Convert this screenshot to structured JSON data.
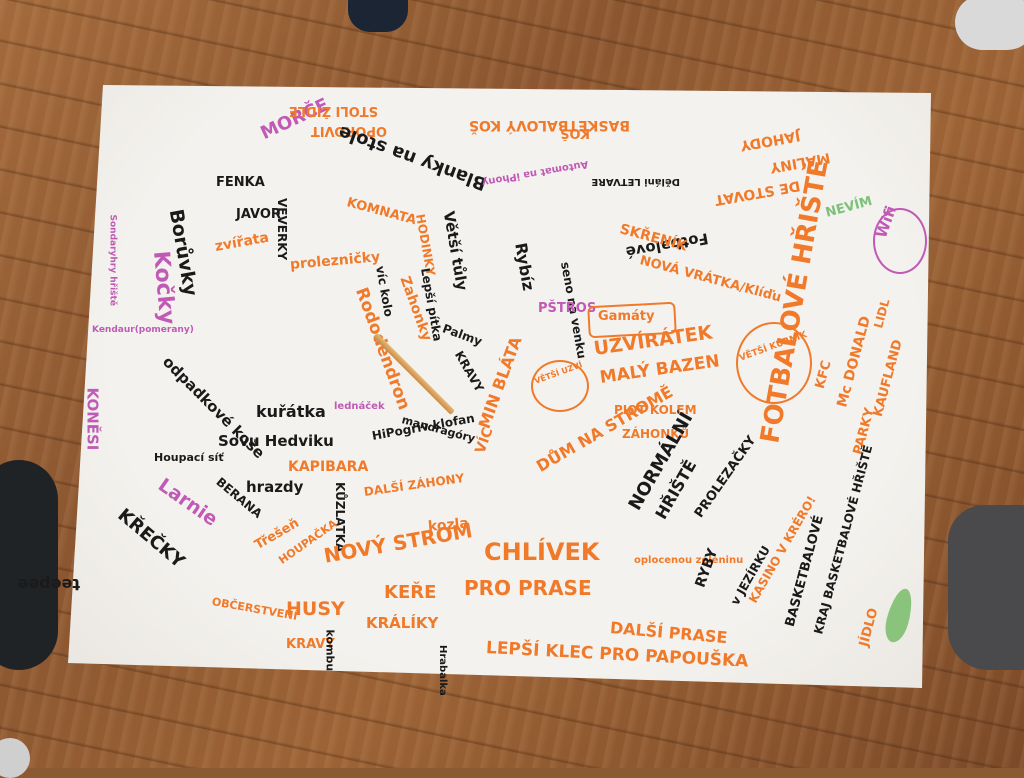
{
  "scene": {
    "floor_color": "#8b5630",
    "paper_color": "#f4f2ee",
    "ink_colors": {
      "black": "#1a1a1a",
      "orange": "#f07a2a",
      "pink": "#c05ab6",
      "green": "#7cc07a"
    }
  },
  "words": {
    "boravky": "Borůvky",
    "kocky": "Kočky",
    "fenka": "FENKA",
    "javor": "JAVOR",
    "veverky": "VEVERKY",
    "morce": "MORČE",
    "komnata": "KOMNATA",
    "oporovit": "OPOROVIT",
    "stoli_zidle": "STOLI ŽIDLE",
    "hodinky": "HODINKY",
    "vic_kolo": "víc kolo",
    "lepsi_pitka": "Lepší pítka",
    "vetsi_tuly": "Větší tůly",
    "blanky_na_stole": "Blanky na stole",
    "rybiz": "Rybíz",
    "seno_na_venku": "seno na venku",
    "fotbalove": "Fotbalové",
    "skrenik": "SKŘENÍK",
    "nova_vratka": "NOVÁ VRÁTKA/Klíďu",
    "kos": "KOŠ",
    "basketbalovy_kos": "BASKETBALOVÝ KOŠ",
    "jahody": "JAHODY",
    "maliny": "MALINY",
    "de_stovat": "DE STOVAT",
    "ne_vim": "NEVÍM",
    "wifi": "Wifi",
    "automat": "Automat na iPhony",
    "deli_letvare": "Děláni LETVARE",
    "zvirata": "zvířata",
    "proleznicky": "prolezničky",
    "rododendron": "Rododendron",
    "zahonky": "Zahonky",
    "palmy": "Palmy",
    "kravy": "KRAVY",
    "pstros": "PŠTROS",
    "gamata": "Gamáty",
    "uzviratek": "UZVÍRÁTEK",
    "maly_bazen": "MALÝ BAZEN",
    "vetsi_uzvi": "VĚTŠÍ UZVÍ",
    "vetsi_kurnik": "VĚTŠÍ KURNÍK",
    "piot_kolem": "PIOT KOLEM",
    "zahonku": "ZÁHONKŮ",
    "minblata": "MIN BLÁTA",
    "vic": "VÍC",
    "normalni": "NORMÁLNÍ",
    "hriste": "HŘIŠTĚ",
    "prolezacky": "PROLEZAČKY",
    "fotbalove_hriste": "FOTBALOVÉ HŘIŠTĚ",
    "mcdonald": "Mc DONALD",
    "kfc": "KFC",
    "lidl": "LIDL",
    "kaufland": "KAUFLAND",
    "parky": "PARKY",
    "kendaur": "Kendaur(pomerany)",
    "sondary": "Sondaryhry hřiště",
    "kenes": "KONĚSI",
    "odpadkove_kose": "odpadkové koše",
    "kuratka": "kuřátka",
    "sovu_hedviku": "Sovu Hedviku",
    "hipogriv_klofan": "HiPogriv klofan",
    "mandragory": "mandragóry",
    "kapibara": "KAPIBARA",
    "kozlatka": "KŮZLATKA",
    "dalsi_zahony": "DALŠÍ ZÁHONY",
    "dum_na_strome": "DŮM NA STROMĚ",
    "jedlacek": "lednáček",
    "houpacisit": "Houpací síť",
    "larnie": "Larnie",
    "berana": "BERANA",
    "hrazdy": "hrazdy",
    "krecky": "KŘEČKY",
    "teepee": "teepee",
    "tresen": "Třešeň",
    "houpacka": "HOUPAČKA",
    "novy_strom": "NOVÝ STROM",
    "chlivek": "CHLÍVEK",
    "kere": "KEŘE",
    "pro_prase": "PRO PRASE",
    "kozla": "kozla",
    "oplocenu_zeleninu": "oplocenou zeleninu",
    "rybi": "RYBY",
    "v_jezirku": "v JEZÍRKU",
    "kasino_vkrero": "KASINO V KRÉRO!",
    "dalsi_prase": "DALŠÍ PRASE",
    "lepsi_klec": "LEPŠÍ KLEC PRO PAPOUŠKA",
    "husy": "HUSY",
    "kravy2": "KRAVY",
    "kombu": "kombu",
    "kraliky": "KRÁLÍKY",
    "hrabalka": "Hrabalka",
    "obcerstveni": "OBČERSTVENÍ",
    "kraj_basket": "KRAJ BASKETBALOVÉ HŘIŠTĚ",
    "jidlo": "JÍDLO",
    "basketbalove": "BASKETBALOVÉ"
  }
}
